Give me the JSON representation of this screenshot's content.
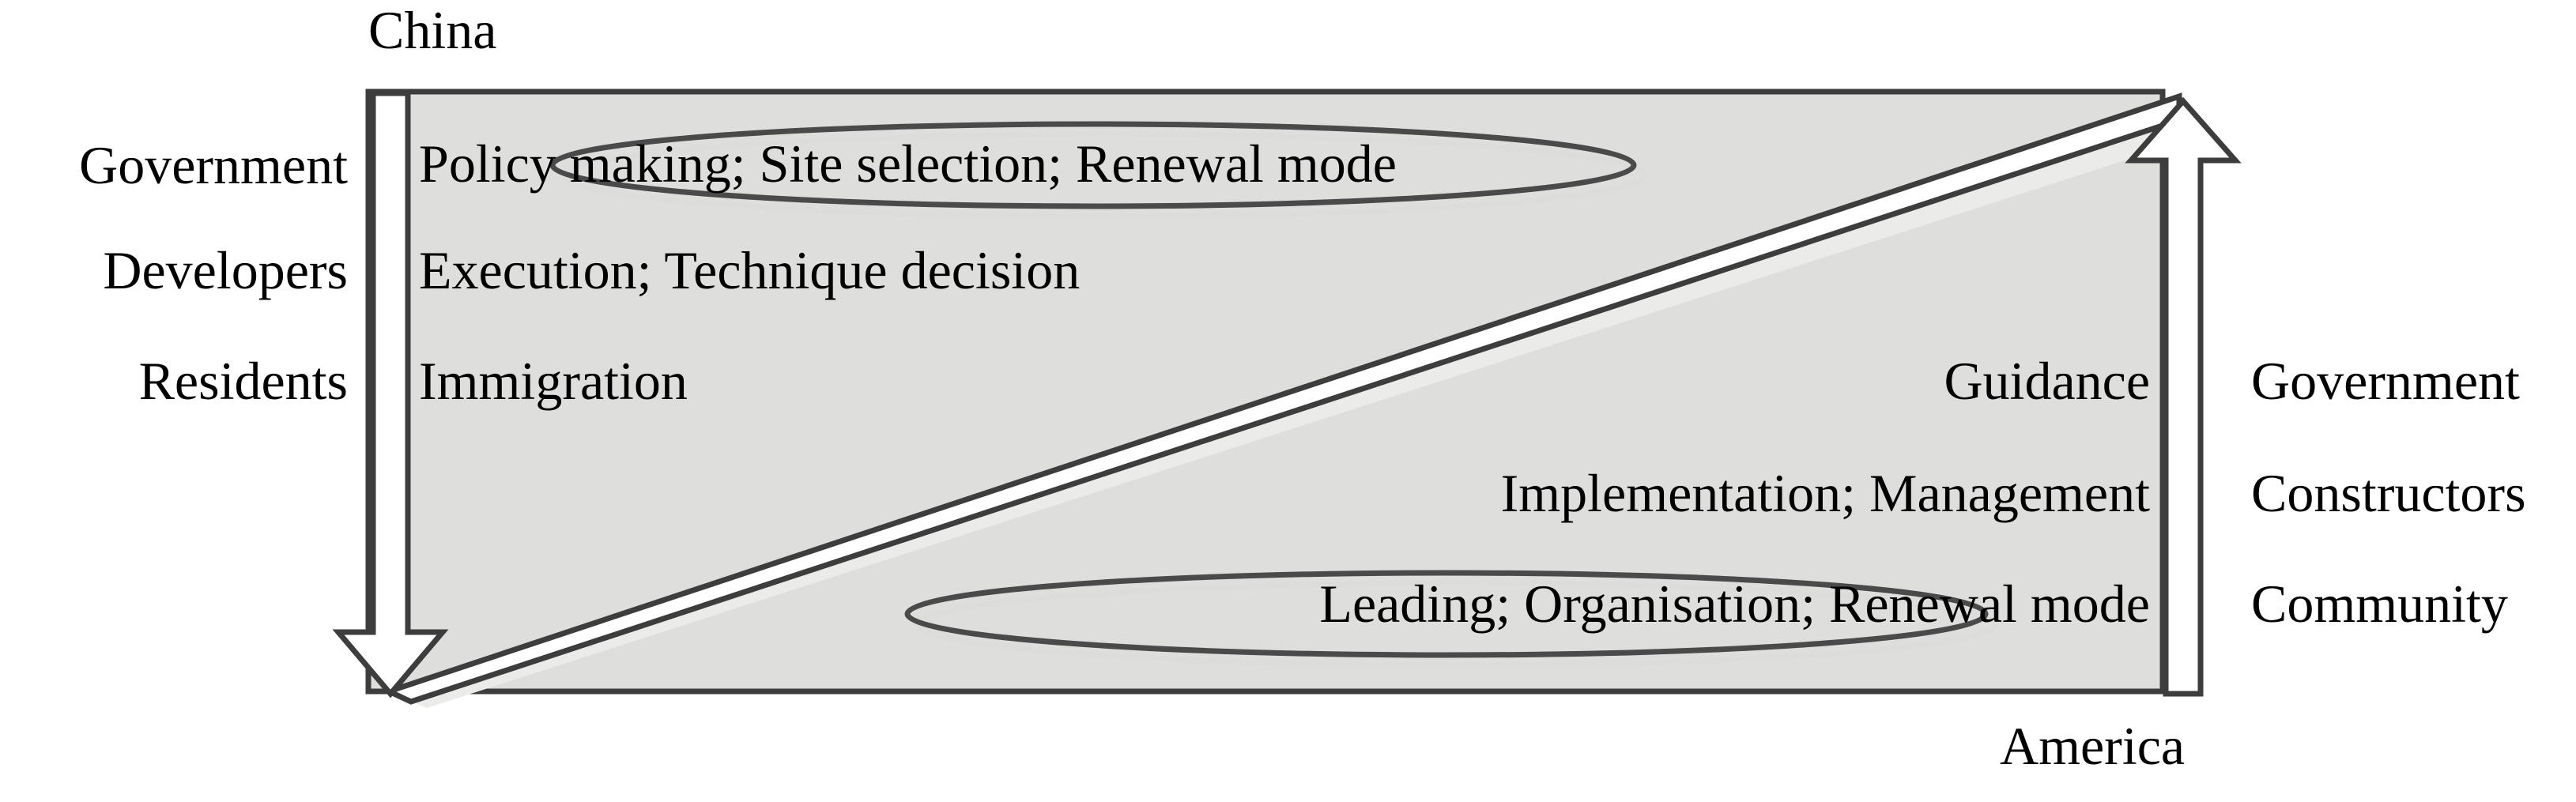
{
  "diagram": {
    "title_top": "China",
    "title_bottom": "America",
    "left_actors": [
      {
        "label": "Government"
      },
      {
        "label": "Developers"
      },
      {
        "label": "Residents"
      }
    ],
    "right_actors": [
      {
        "label": "Government"
      },
      {
        "label": "Constructors"
      },
      {
        "label": "Community"
      }
    ],
    "china_roles": [
      {
        "text": "Policy making; Site selection; Renewal mode",
        "emphasis": "ellipse"
      },
      {
        "text": "Execution; Technique decision",
        "emphasis": "none"
      },
      {
        "text": "Immigration",
        "emphasis": "none"
      }
    ],
    "america_roles": [
      {
        "text": "Guidance",
        "emphasis": "none"
      },
      {
        "text": "Implementation; Management",
        "emphasis": "none"
      },
      {
        "text": "Leading; Organisation; Renewal mode",
        "emphasis": "ellipse"
      }
    ],
    "arrows": {
      "left_arrow_name": "china-descending-influence-arrow",
      "right_arrow_name": "america-ascending-influence-arrow",
      "diagonal_name": "diagonal-transition-band"
    },
    "colors": {
      "panel_fill": "#dededd",
      "stroke": "#3d3d3d",
      "shadow": "#e6e6e5",
      "text": "#000000",
      "arrow_fill": "#ffffff"
    }
  }
}
